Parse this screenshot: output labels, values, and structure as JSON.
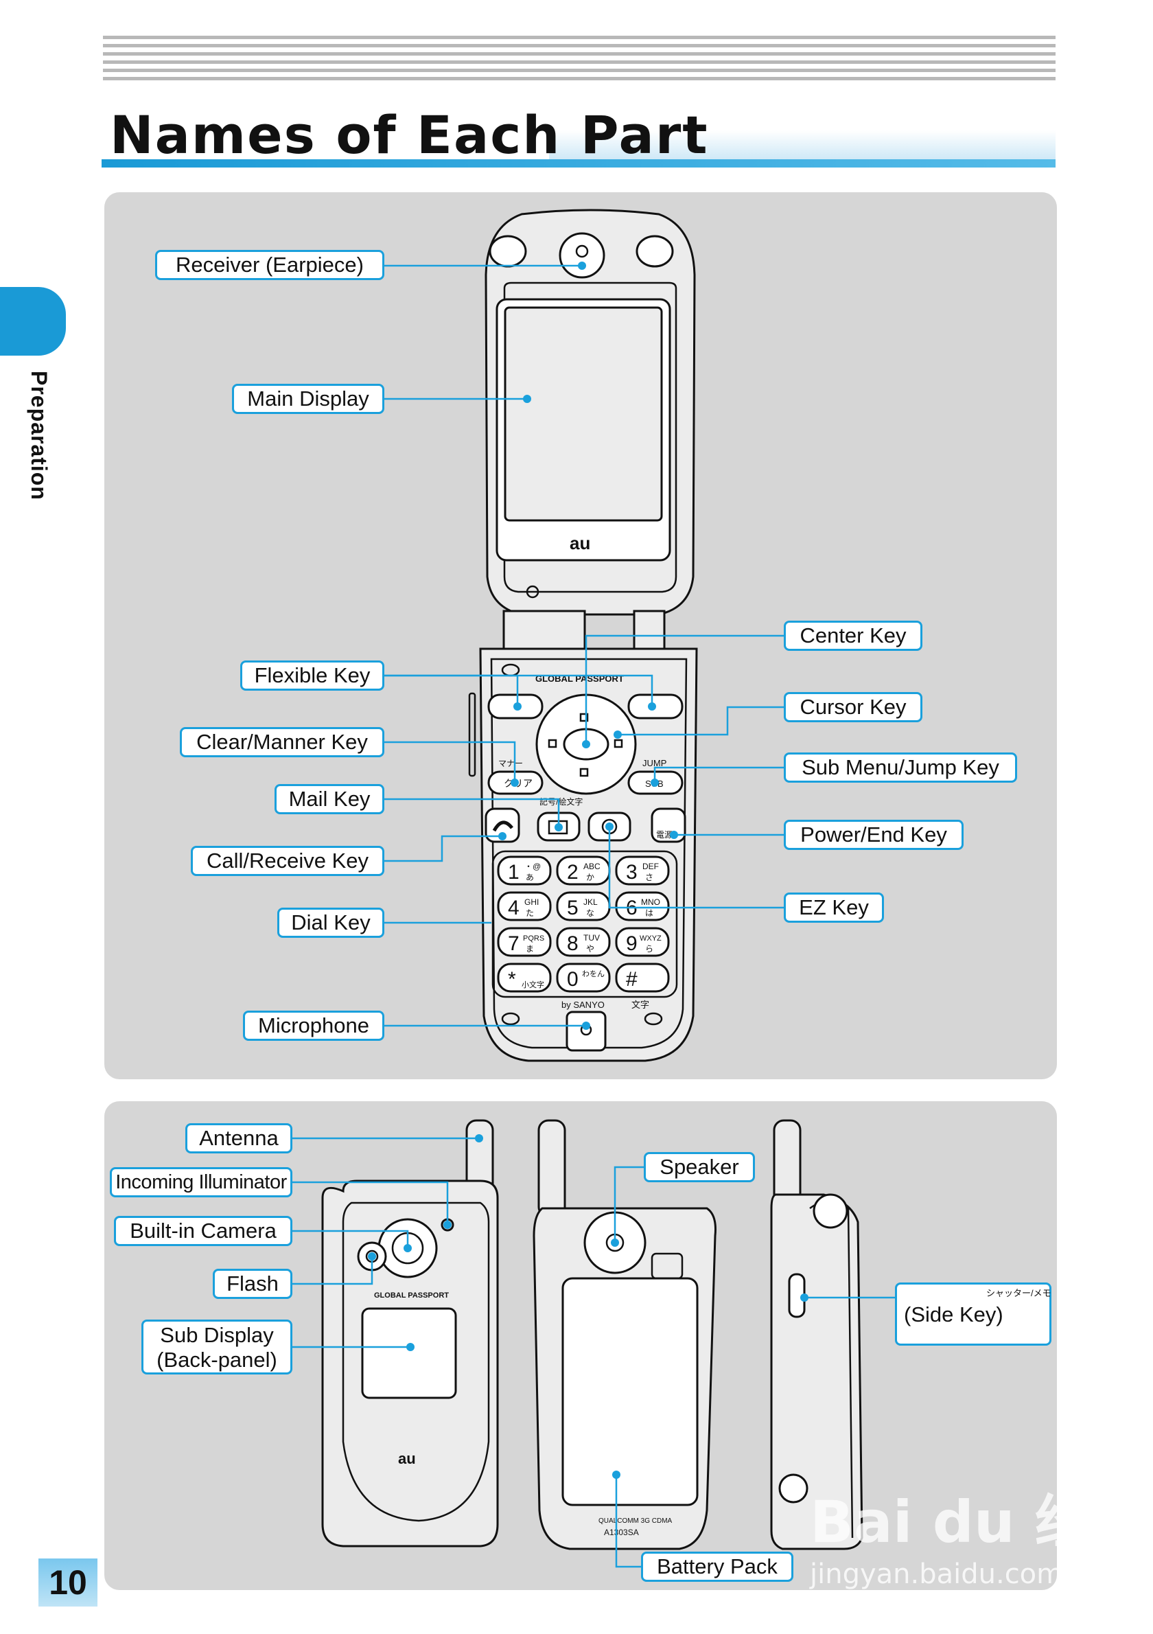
{
  "page": {
    "title": "Names of Each Part",
    "section": "Preparation",
    "page_number": "10"
  },
  "front_labels": {
    "receiver": "Receiver (Earpiece)",
    "main_display": "Main Display",
    "flexible_key": "Flexible Key",
    "clear_manner_key": "Clear/Manner Key",
    "mail_key": "Mail Key",
    "call_receive_key": "Call/Receive Key",
    "dial_key": "Dial Key",
    "microphone": "Microphone",
    "center_key": "Center Key",
    "cursor_key": "Cursor Key",
    "sub_menu_jump_key": "Sub Menu/Jump Key",
    "power_end_key": "Power/End Key",
    "ez_key": "EZ Key"
  },
  "back_labels": {
    "antenna": "Antenna",
    "incoming_illuminator": "Incoming Illuminator",
    "built_in_camera": "Built-in Camera",
    "flash": "Flash",
    "sub_display_line1": "Sub Display",
    "sub_display_line2": "(Back-panel)",
    "speaker": "Speaker",
    "battery_pack": "Battery Pack",
    "side_key_caption": "シャッター/メモ",
    "side_key": "(Side Key)"
  },
  "phone_print": {
    "brand": "au",
    "global_passport": "GLOBAL PASSPORT",
    "jump": "JUMP",
    "sub": "SUB",
    "manner": "マナー",
    "clear": "クリア",
    "symbol": "記号/絵文字",
    "power": "電源",
    "maker": "by SANYO",
    "moji": "文字",
    "keys": [
      {
        "digit": "1",
        "sub": "・@",
        "kana": "あ"
      },
      {
        "digit": "2",
        "sub": "ABC",
        "kana": "か"
      },
      {
        "digit": "3",
        "sub": "DEF",
        "kana": "さ"
      },
      {
        "digit": "4",
        "sub": "GHI",
        "kana": "た"
      },
      {
        "digit": "5",
        "sub": "JKL",
        "kana": "な"
      },
      {
        "digit": "6",
        "sub": "MNO",
        "kana": "は"
      },
      {
        "digit": "7",
        "sub": "PQRS",
        "kana": "ま"
      },
      {
        "digit": "8",
        "sub": "TUV",
        "kana": "や"
      },
      {
        "digit": "9",
        "sub": "WXYZ",
        "kana": "ら"
      },
      {
        "digit": "*",
        "sub": "",
        "kana": "小文字"
      },
      {
        "digit": "0",
        "sub": "わをん",
        "kana": ""
      },
      {
        "digit": "#",
        "sub": "",
        "kana": ""
      }
    ],
    "back_chip": "QUALCOMM 3G CDMA",
    "model": "A1303SA"
  },
  "watermark": {
    "line1": "Bai du 经验",
    "line2": "jingyan.baidu.com"
  },
  "colors": {
    "accent": "#1aa0dc",
    "panel": "#d6d6d6",
    "phone_body": "#ececec"
  }
}
